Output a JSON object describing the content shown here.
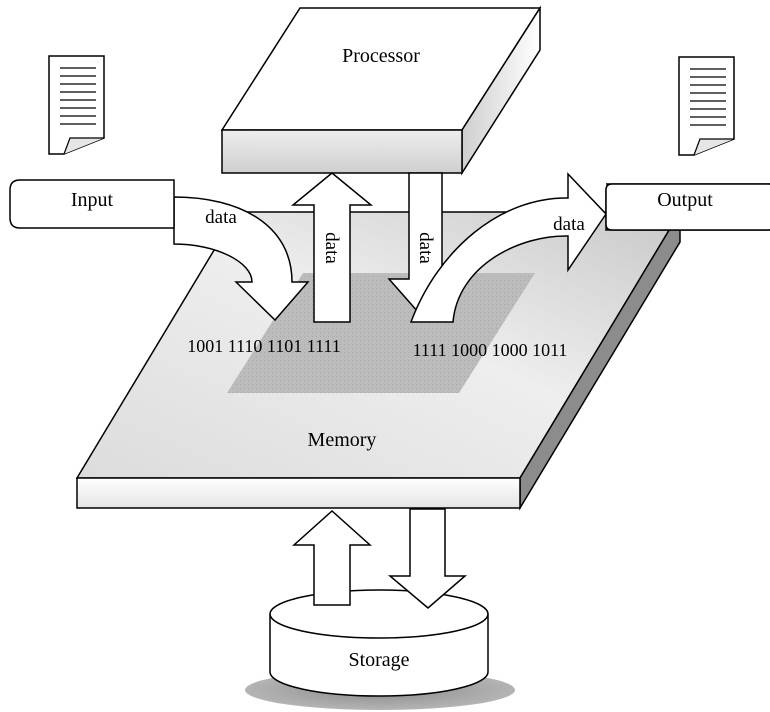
{
  "components": {
    "processor": "Processor",
    "memory": "Memory",
    "storage": "Storage",
    "input": "Input",
    "output": "Output"
  },
  "flow_labels": {
    "input_to_memory": "data",
    "processor_to_memory_left": "data",
    "processor_to_memory_right": "data",
    "memory_to_output": "data"
  },
  "memory_contents": {
    "left": "1001 1110 1101 1111",
    "right": "1111 1000 1000 1011"
  },
  "icons": [
    "input-document-icon",
    "output-document-icon"
  ],
  "colors": {
    "stroke": "#000000",
    "memory_top": "#d8d8d8",
    "memory_side": "#8c8c8c",
    "processor_front": "#dddddd",
    "memory_region": "#b9b9b9",
    "storage_shadow": "#9a9a9a"
  }
}
